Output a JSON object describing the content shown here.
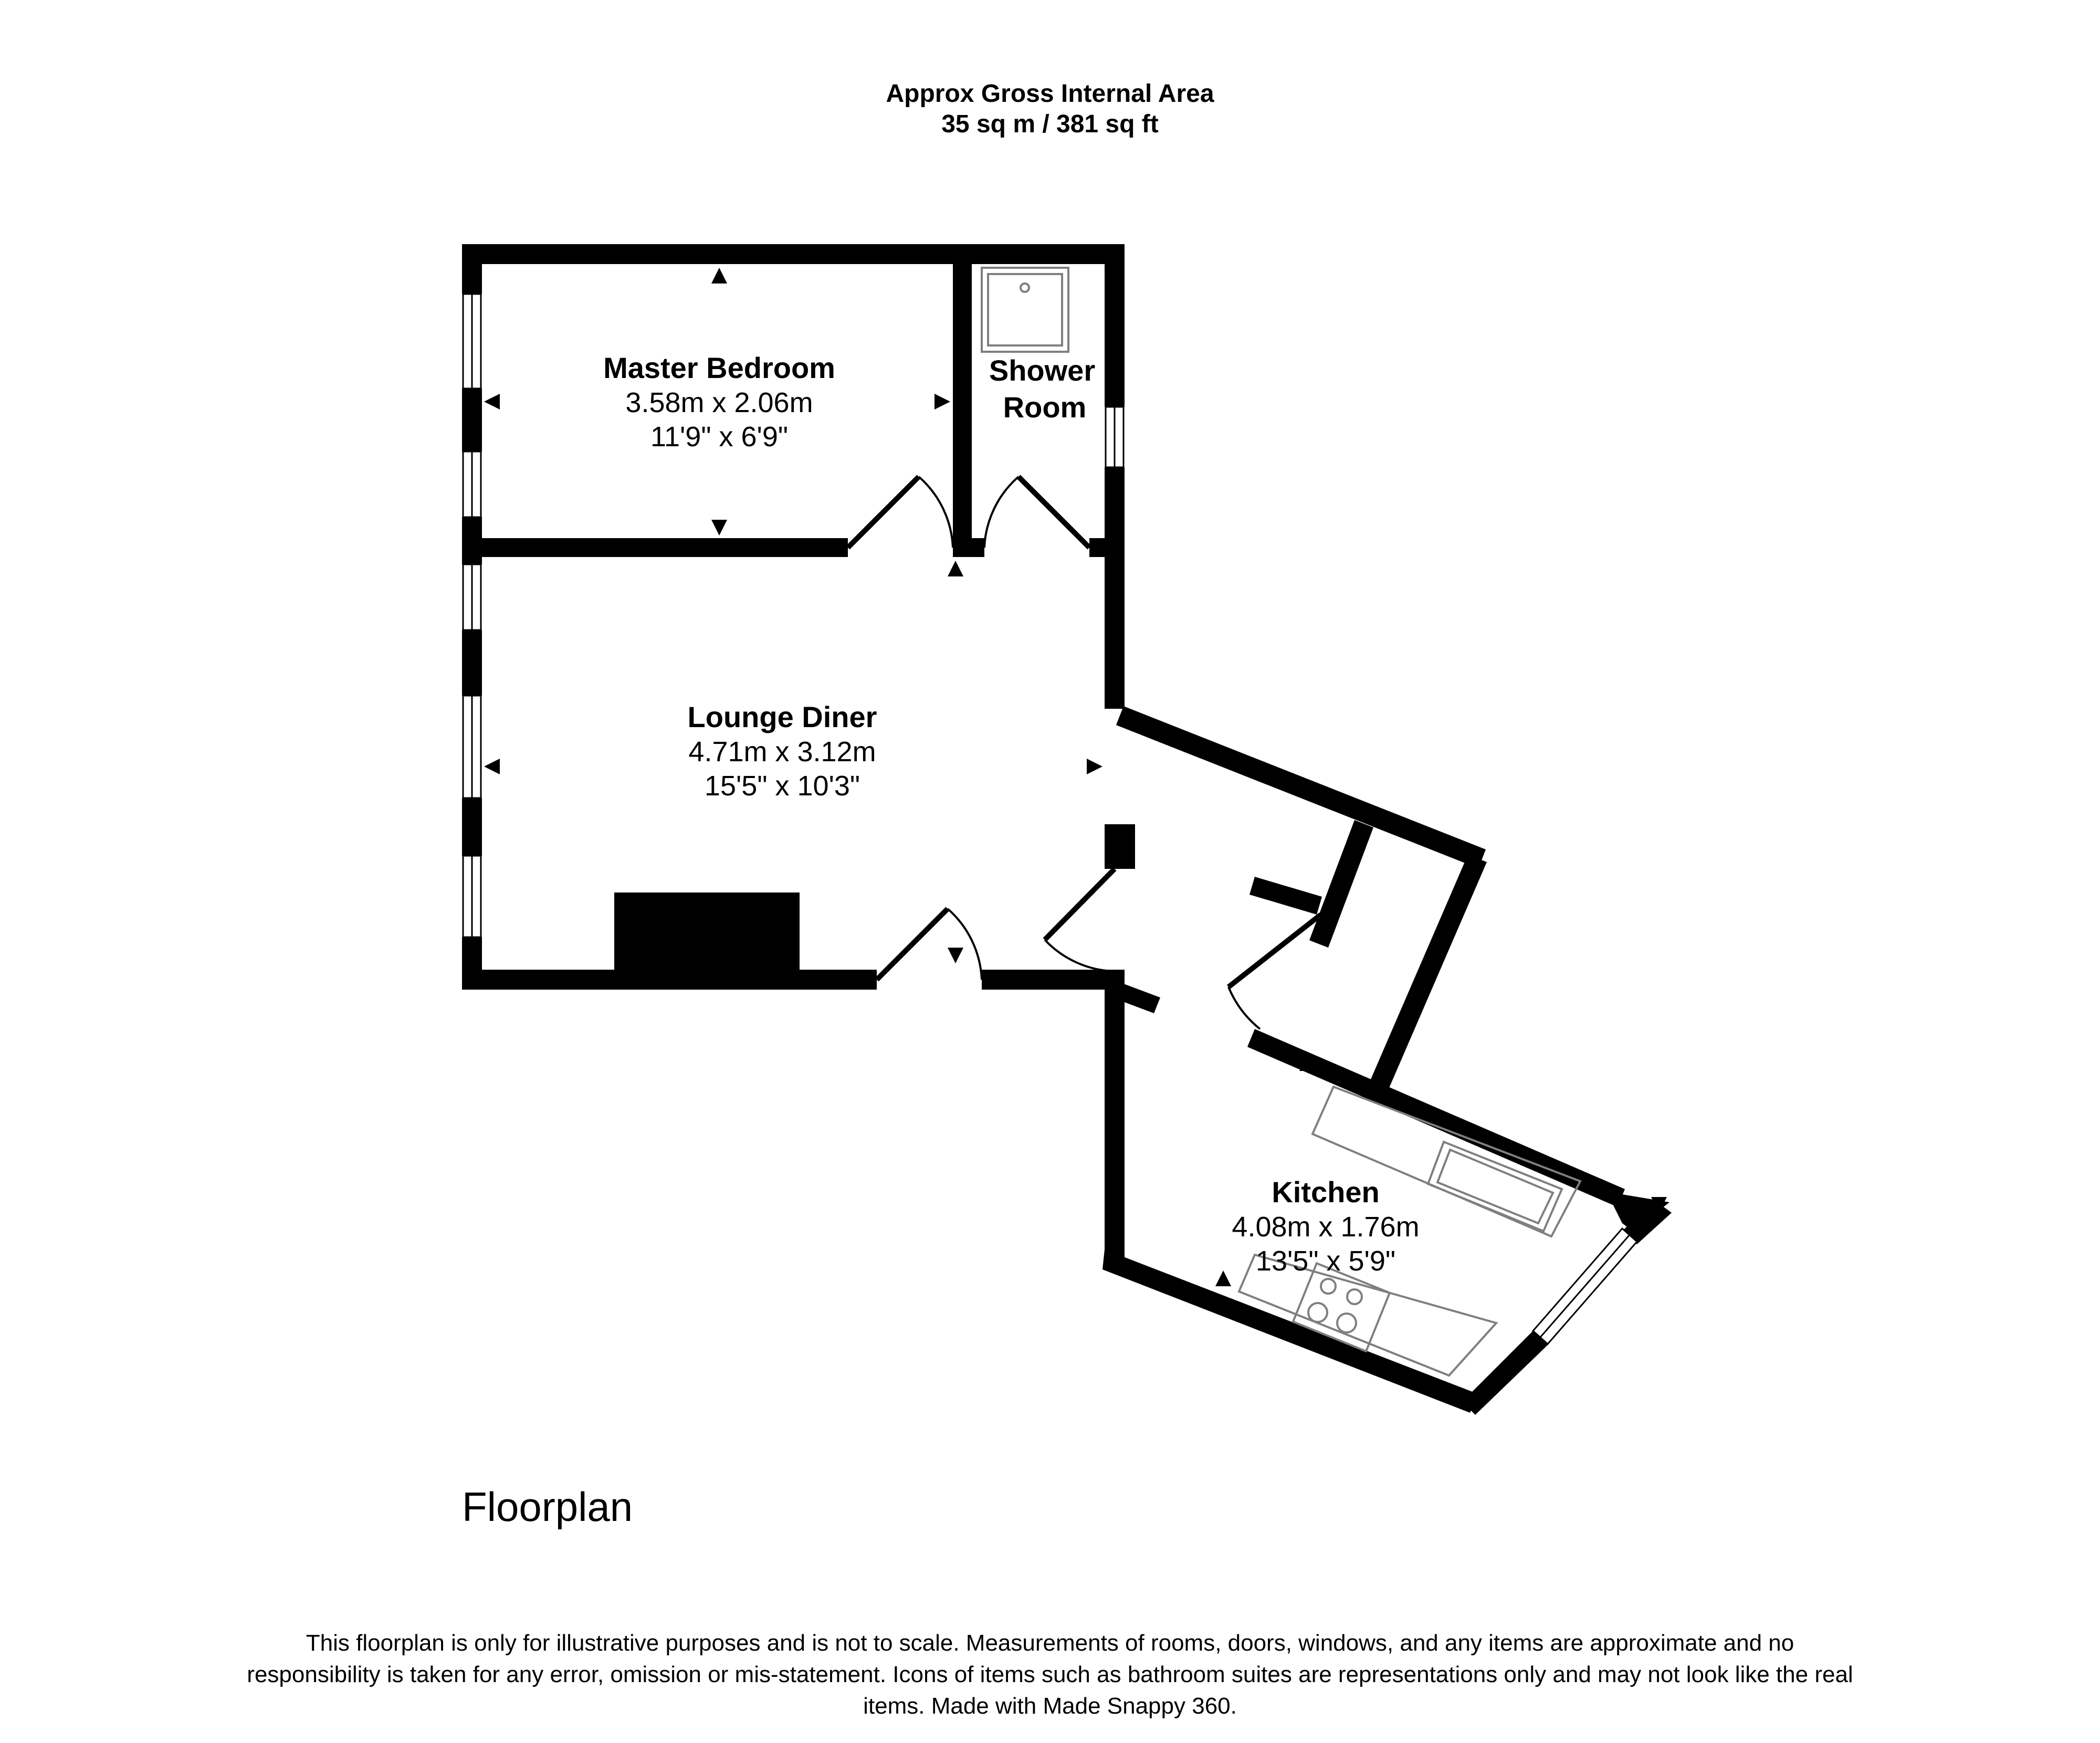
{
  "header": {
    "title": "Approx Gross Internal Area",
    "area": "35 sq m / 381 sq ft"
  },
  "rooms": {
    "bedroom": {
      "name": "Master Bedroom",
      "metric": "3.58m x 2.06m",
      "imperial": "11'9\" x 6'9\""
    },
    "shower": {
      "name_line1": "Shower",
      "name_line2": "Room"
    },
    "lounge": {
      "name": "Lounge Diner",
      "metric": "4.71m x 3.12m",
      "imperial": "15'5\" x 10'3\""
    },
    "kitchen": {
      "name": "Kitchen",
      "metric": "4.08m x 1.76m",
      "imperial": "13'5\" x 5'9\""
    }
  },
  "plan_title": "Floorplan",
  "disclaimer": "This floorplan is only for illustrative purposes and is not to scale. Measurements of rooms, doors, windows, and any items are approximate and no responsibility is taken for any error, omission or mis-statement. Icons of items such as bathroom suites are representations only and may not look like the real items. Made with Made Snappy 360.",
  "colors": {
    "wall": "#000000",
    "fixture": "#7f7f7f",
    "background": "#ffffff"
  }
}
